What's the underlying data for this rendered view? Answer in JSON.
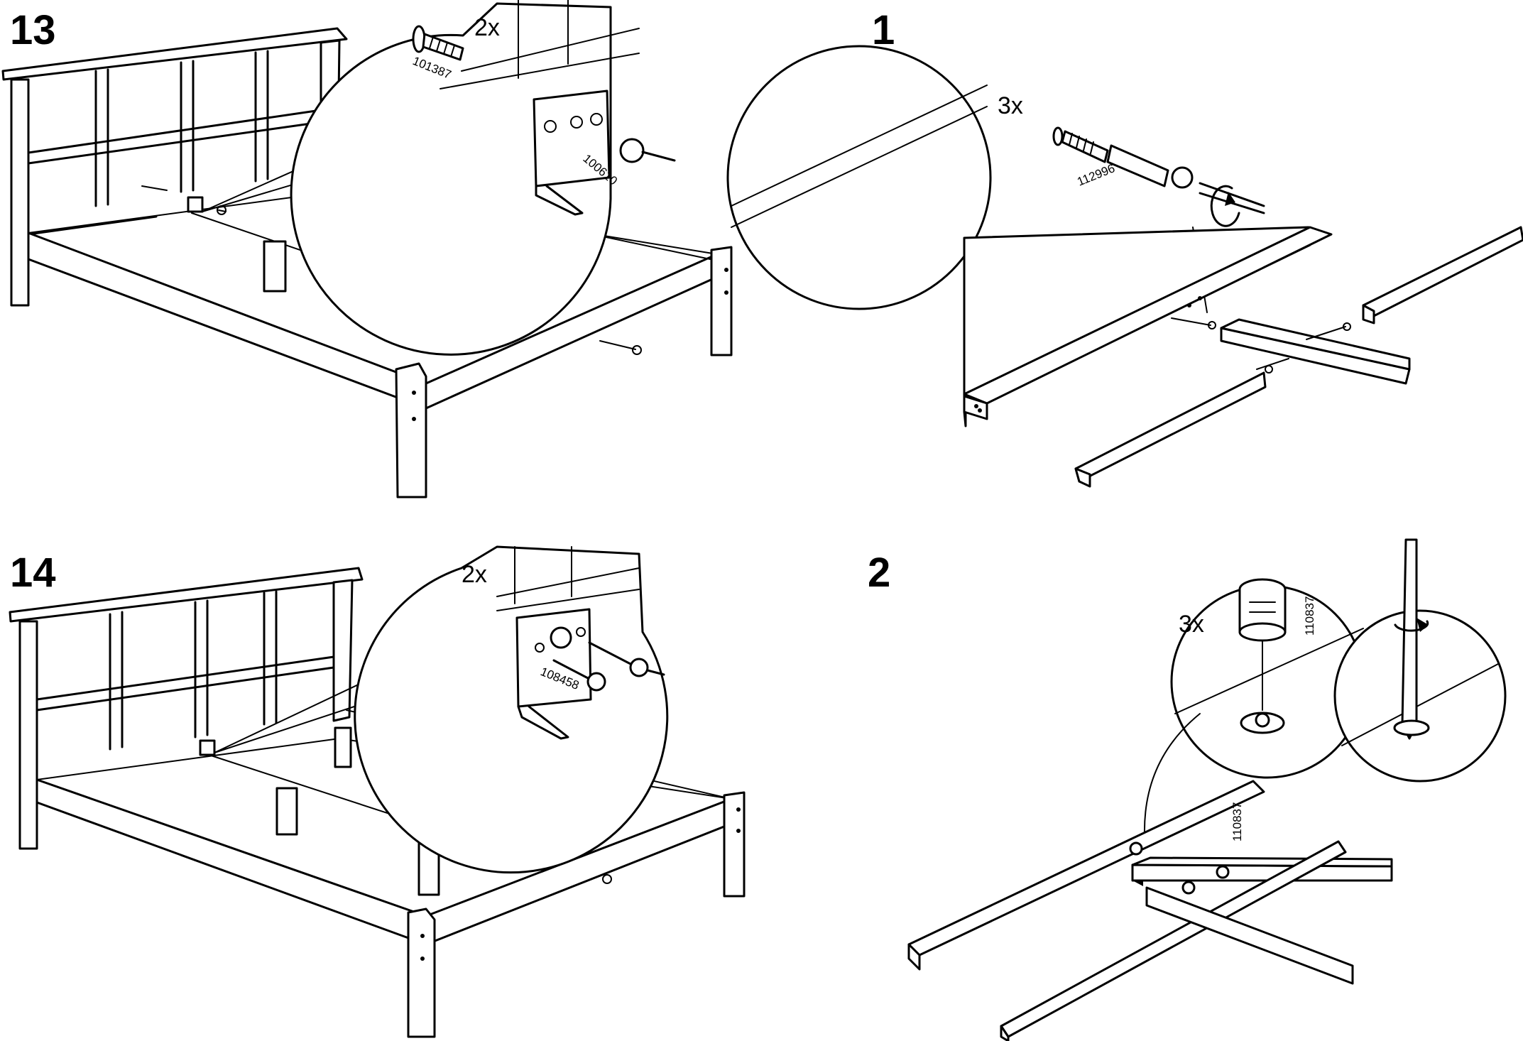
{
  "steps": {
    "s13": {
      "number": "13",
      "quantity": "2x",
      "parts": [
        "101387",
        "100610"
      ]
    },
    "s1": {
      "number": "1",
      "quantity": "3x",
      "parts": [
        "112996"
      ]
    },
    "s14": {
      "number": "14",
      "quantity": "2x",
      "parts": [
        "108458"
      ]
    },
    "s2": {
      "number": "2",
      "quantity": "3x",
      "parts": [
        "110837",
        "110837"
      ]
    }
  },
  "colors": {
    "ink": "#000000",
    "paper": "#ffffff"
  }
}
